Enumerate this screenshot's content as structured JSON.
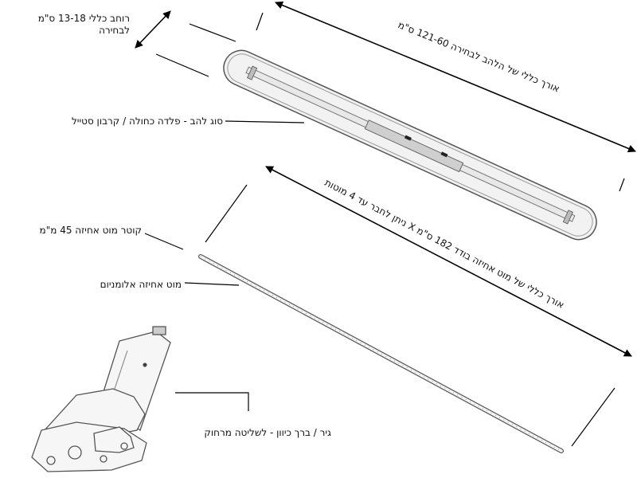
{
  "labels": {
    "width_line1": "רוחב כללי 13-18 ס\"מ",
    "width_line2": "לבחירה",
    "blade_type": "סוג להב - פלדה כחולה / קרבון סטייל",
    "rod_diameter": "קוטר מוט אחיזה 45 מ\"מ",
    "rod_material": "מוט אחיזה אלומניום",
    "gear": "גיר / ברך כיוון - לשליטה מרחוק",
    "blade_length": "אורך כללי של הלהב לבחירה 121-60 ס\"מ",
    "rod_length": "אורך כללי של מוט אחיזה בודד 182 ס\"מ X ניתן לחבר עד 4 מוטות"
  }
}
